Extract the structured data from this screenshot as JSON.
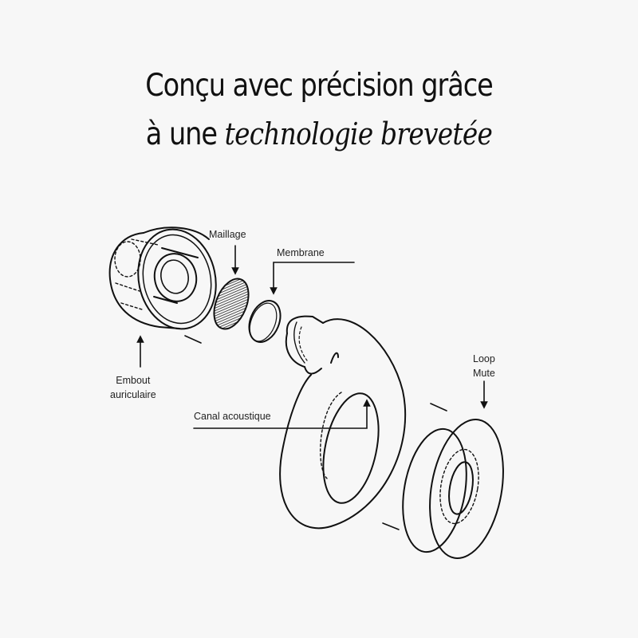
{
  "headline": {
    "line1": "Conçu avec précision grâce",
    "line2_prefix": "à une ",
    "line2_emphasis": "technologie brevetée"
  },
  "diagram": {
    "parts": [
      {
        "id": "embout",
        "label_line1": "Embout",
        "label_line2": "auriculaire"
      },
      {
        "id": "maillage",
        "label": "Maillage"
      },
      {
        "id": "membrane",
        "label": "Membrane"
      },
      {
        "id": "canal",
        "label": "Canal acoustique"
      },
      {
        "id": "loop-mute",
        "label_line1": "Loop",
        "label_line2": "Mute"
      }
    ],
    "colors": {
      "background": "#f7f7f7",
      "stroke": "#111111",
      "text": "#222222"
    }
  }
}
